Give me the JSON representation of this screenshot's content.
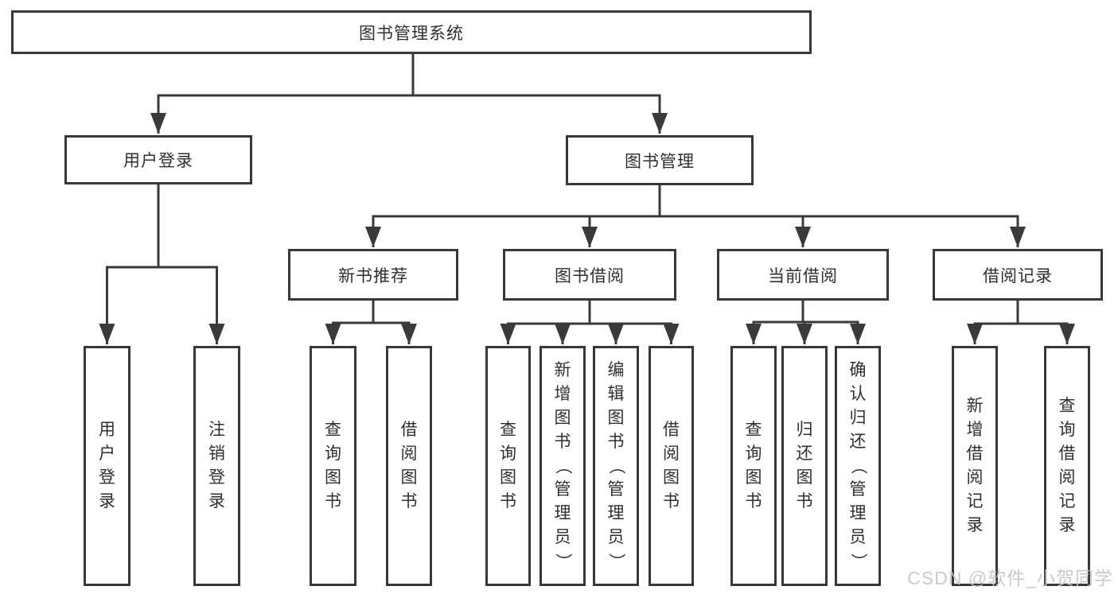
{
  "tree": {
    "root": {
      "label": "图书管理系统"
    },
    "user_login": {
      "label": "用户登录",
      "children": [
        {
          "label": "用户登录"
        },
        {
          "label": "注销登录"
        }
      ]
    },
    "book_mgmt": {
      "label": "图书管理",
      "groups": [
        {
          "label": "新书推荐",
          "children": [
            {
              "label": "查询图书"
            },
            {
              "label": "借阅图书"
            }
          ]
        },
        {
          "label": "图书借阅",
          "children": [
            {
              "label": "查询图书"
            },
            {
              "label": "新增图书（管理员）"
            },
            {
              "label": "编辑图书（管理员）"
            },
            {
              "label": "借阅图书"
            }
          ]
        },
        {
          "label": "当前借阅",
          "children": [
            {
              "label": "查询图书"
            },
            {
              "label": "归还图书"
            },
            {
              "label": "确认归还（管理员）"
            }
          ]
        },
        {
          "label": "借阅记录",
          "children": [
            {
              "label": "新增借阅记录"
            },
            {
              "label": "查询借阅记录"
            }
          ]
        }
      ]
    }
  },
  "watermark": "CSDN @软件_小贺同学",
  "colors": {
    "line": "#3a3a3c",
    "border": "#38383a",
    "text": "#2f2f31",
    "background": "#ffffff",
    "watermark": "#c6c6c6"
  }
}
